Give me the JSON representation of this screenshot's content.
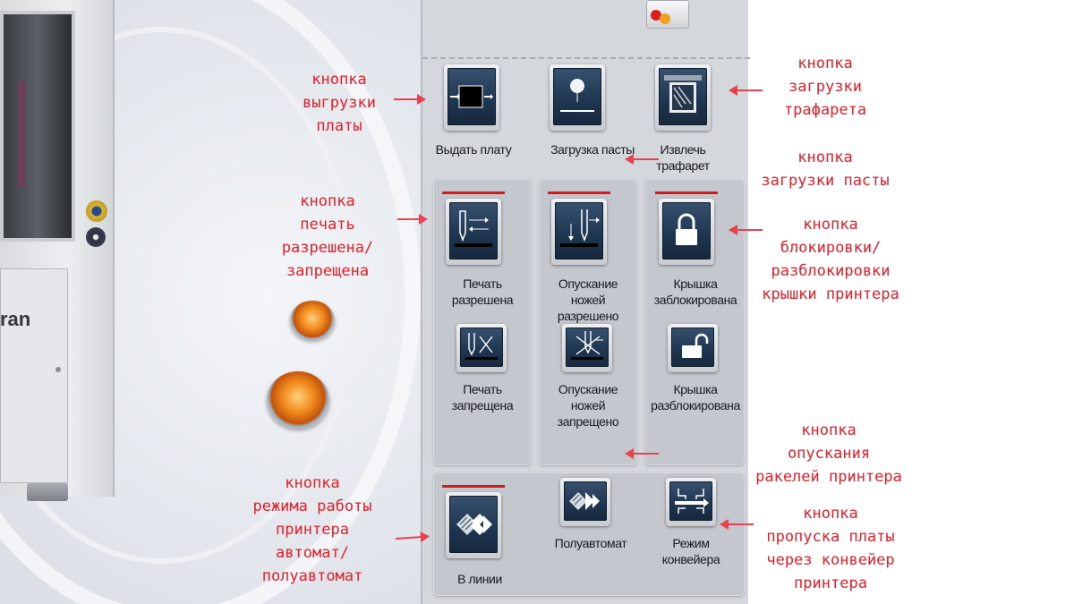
{
  "panel": {
    "buttons": {
      "unload_board": "Выдать плату",
      "paste_load": "Загрузка пасты",
      "remove_stencil_line1": "Извлечь",
      "remove_stencil_line2": "трафарет",
      "print_enabled_line1": "Печать",
      "print_enabled_line2": "разрешена",
      "print_disabled_line1": "Печать",
      "print_disabled_line2": "запрещена",
      "blades_enabled_line1": "Опускание",
      "blades_enabled_line2": "ножей",
      "blades_enabled_line3": "разрешено",
      "blades_disabled_line1": "Опускание",
      "blades_disabled_line2": "ножей",
      "blades_disabled_line3": "запрещено",
      "cover_locked_line1": "Крышка",
      "cover_locked_line2": "заблокирована",
      "cover_unlocked_line1": "Крышка",
      "cover_unlocked_line2": "разблокирована",
      "inline": "В линии",
      "semi_auto": "Полуавтомат",
      "conveyor_line1": "Режим",
      "conveyor_line2": "конвейера"
    },
    "accent_color": "#d01c1c",
    "tile_color": "#1e3550"
  },
  "machine": {
    "logo_text": "ran"
  },
  "annotations": {
    "unload": [
      "кнопка",
      "выгрузки",
      "платы"
    ],
    "stencil_load": [
      "кнопка",
      "загрузки",
      "трафарета"
    ],
    "paste_load": [
      "кнопка",
      "загрузки пасты"
    ],
    "print_enable": [
      "кнопка",
      "печать",
      "разрешена/",
      "запрещена"
    ],
    "cover_lock": [
      "кнопка",
      "блокировки/",
      "разблокировки",
      "крышки принтера"
    ],
    "squeegee_lower": [
      "кнопка",
      "опускания",
      "ракелей принтера"
    ],
    "mode": [
      "кнопка",
      "режима работы",
      "принтера",
      "автомат/",
      "полуавтомат"
    ],
    "conveyor_pass": [
      "кнопка",
      "пропуска платы",
      "через конвейер",
      "принтера"
    ],
    "color": "#e0202a"
  }
}
